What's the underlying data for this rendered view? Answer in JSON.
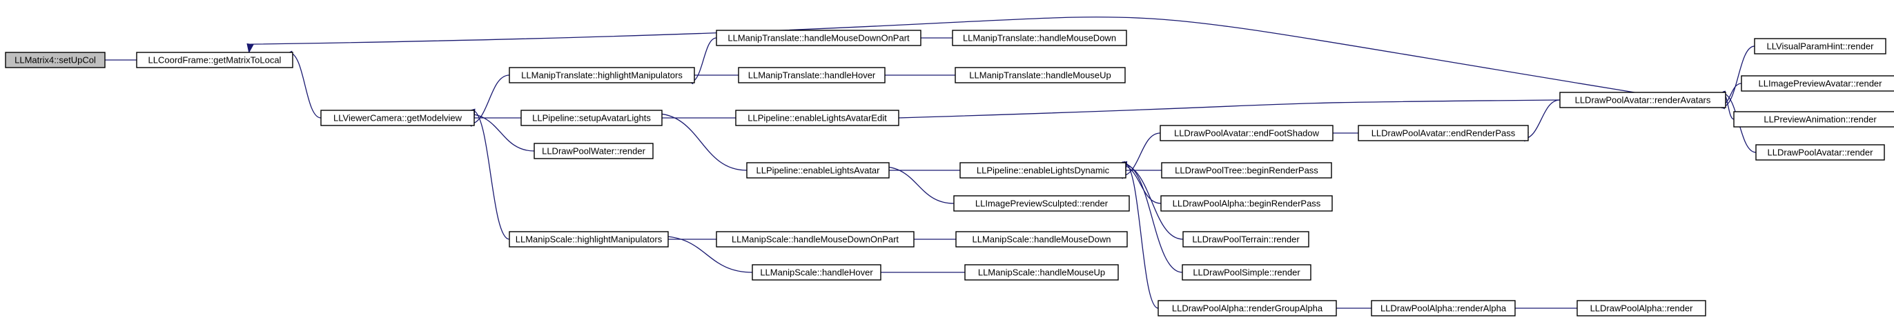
{
  "colors": {
    "edge": "#191970",
    "node_border": "#000000",
    "root_fill": "#bfbfbf",
    "node_fill": "#ffffff"
  },
  "nodes": [
    {
      "id": "n0",
      "label": "LLMatrix4::setUpCol"
    },
    {
      "id": "n1",
      "label": "LLCoordFrame::getMatrixToLocal"
    },
    {
      "id": "n2",
      "label": "LLViewerCamera::getModelview"
    },
    {
      "id": "n3",
      "label": "LLManipTranslate::highlightManipulators"
    },
    {
      "id": "n4",
      "label": "LLPipeline::setupAvatarLights"
    },
    {
      "id": "n5",
      "label": "LLDrawPoolWater::render"
    },
    {
      "id": "n6",
      "label": "LLManipScale::highlightManipulators"
    },
    {
      "id": "n7",
      "label": "LLManipTranslate::handleMouseDownOnPart"
    },
    {
      "id": "n8",
      "label": "LLManipTranslate::handleHover"
    },
    {
      "id": "n9",
      "label": "LLPipeline::enableLightsAvatarEdit"
    },
    {
      "id": "n10",
      "label": "LLPipeline::enableLightsAvatar"
    },
    {
      "id": "n11",
      "label": "LLManipScale::handleMouseDownOnPart"
    },
    {
      "id": "n12",
      "label": "LLManipScale::handleHover"
    },
    {
      "id": "n13",
      "label": "LLManipTranslate::handleMouseDown"
    },
    {
      "id": "n14",
      "label": "LLManipTranslate::handleMouseUp"
    },
    {
      "id": "n15",
      "label": "LLPipeline::enableLightsDynamic"
    },
    {
      "id": "n16",
      "label": "LLImagePreviewSculpted::render"
    },
    {
      "id": "n17",
      "label": "LLManipScale::handleMouseDown"
    },
    {
      "id": "n18",
      "label": "LLManipScale::handleMouseUp"
    },
    {
      "id": "n19",
      "label": "LLDrawPoolAvatar::endFootShadow"
    },
    {
      "id": "n20",
      "label": "LLDrawPoolTree::beginRenderPass"
    },
    {
      "id": "n21",
      "label": "LLDrawPoolAlpha::beginRenderPass"
    },
    {
      "id": "n22",
      "label": "LLDrawPoolTerrain::render"
    },
    {
      "id": "n23",
      "label": "LLDrawPoolSimple::render"
    },
    {
      "id": "n24",
      "label": "LLDrawPoolAlpha::renderGroupAlpha"
    },
    {
      "id": "n25",
      "label": "LLDrawPoolAvatar::endRenderPass"
    },
    {
      "id": "n26",
      "label": "LLDrawPoolAlpha::renderAlpha"
    },
    {
      "id": "n27",
      "label": "LLDrawPoolAlpha::render"
    },
    {
      "id": "n28",
      "label": "LLDrawPoolAvatar::renderAvatars"
    },
    {
      "id": "n29",
      "label": "LLVisualParamHint::render"
    },
    {
      "id": "n30",
      "label": "LLImagePreviewAvatar::render"
    },
    {
      "id": "n31",
      "label": "LLPreviewAnimation::render"
    },
    {
      "id": "n32",
      "label": "LLDrawPoolAvatar::render"
    }
  ],
  "edges": [
    [
      "n1",
      "n0"
    ],
    [
      "n2",
      "n1"
    ],
    [
      "n28",
      "n1"
    ],
    [
      "n3",
      "n2"
    ],
    [
      "n4",
      "n2"
    ],
    [
      "n5",
      "n2"
    ],
    [
      "n6",
      "n2"
    ],
    [
      "n7",
      "n3"
    ],
    [
      "n8",
      "n3"
    ],
    [
      "n9",
      "n4"
    ],
    [
      "n10",
      "n4"
    ],
    [
      "n11",
      "n6"
    ],
    [
      "n12",
      "n6"
    ],
    [
      "n13",
      "n7"
    ],
    [
      "n14",
      "n8"
    ],
    [
      "n28",
      "n9"
    ],
    [
      "n15",
      "n10"
    ],
    [
      "n16",
      "n10"
    ],
    [
      "n17",
      "n11"
    ],
    [
      "n18",
      "n12"
    ],
    [
      "n19",
      "n15"
    ],
    [
      "n20",
      "n15"
    ],
    [
      "n21",
      "n15"
    ],
    [
      "n22",
      "n15"
    ],
    [
      "n23",
      "n15"
    ],
    [
      "n24",
      "n15"
    ],
    [
      "n25",
      "n19"
    ],
    [
      "n26",
      "n24"
    ],
    [
      "n27",
      "n26"
    ],
    [
      "n28",
      "n25"
    ],
    [
      "n29",
      "n28"
    ],
    [
      "n30",
      "n28"
    ],
    [
      "n31",
      "n28"
    ],
    [
      "n32",
      "n28"
    ]
  ]
}
